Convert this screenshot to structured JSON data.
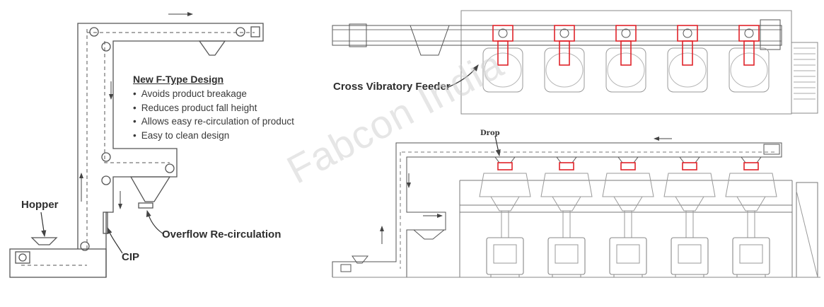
{
  "labels": {
    "hopper": "Hopper",
    "cip": "CIP",
    "overflow": "Overflow Re-circulation",
    "cross_feeder": "Cross Vibratory Feeder",
    "drop": "Drop"
  },
  "features": {
    "title": "New F-Type Design",
    "items": [
      "Avoids product breakage",
      "Reduces product fall height",
      "Allows easy re-circulation of product",
      "Easy to clean design"
    ]
  },
  "watermark": "Fabcon India",
  "colors": {
    "line": "#555555",
    "accent": "#e0232a",
    "grey": "#9a9a9a",
    "watermark": "#d2d2d2"
  },
  "diagram": {
    "top_view_stations": 5,
    "elevation_weighers": 5
  }
}
